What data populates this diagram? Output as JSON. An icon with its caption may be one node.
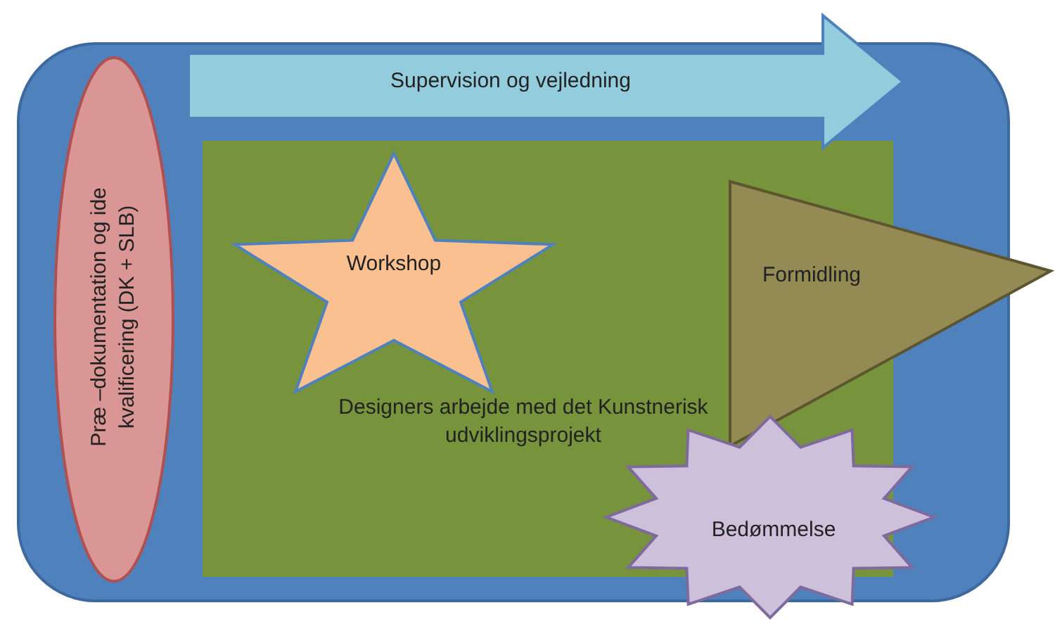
{
  "diagram": {
    "nodes": [
      {
        "text": [],
        "shape": "box"
      },
      {
        "text": [
          "Præ –dokumentation og ide kvalificering (DK + SLB)"
        ],
        "in": 0
      },
      {
        "text": [
          "Supervision og vejledning"
        ]
      },
      {
        "text": [
          "Designers arbejde med det Kunstnerisk udviklingsprojekt"
        ],
        "in": 0
      },
      {
        "text": [
          "Workshop"
        ],
        "in": 3
      },
      {
        "text": [
          "Formidling"
        ]
      },
      {
        "text": [
          "Bedømmelse"
        ]
      }
    ]
  }
}
